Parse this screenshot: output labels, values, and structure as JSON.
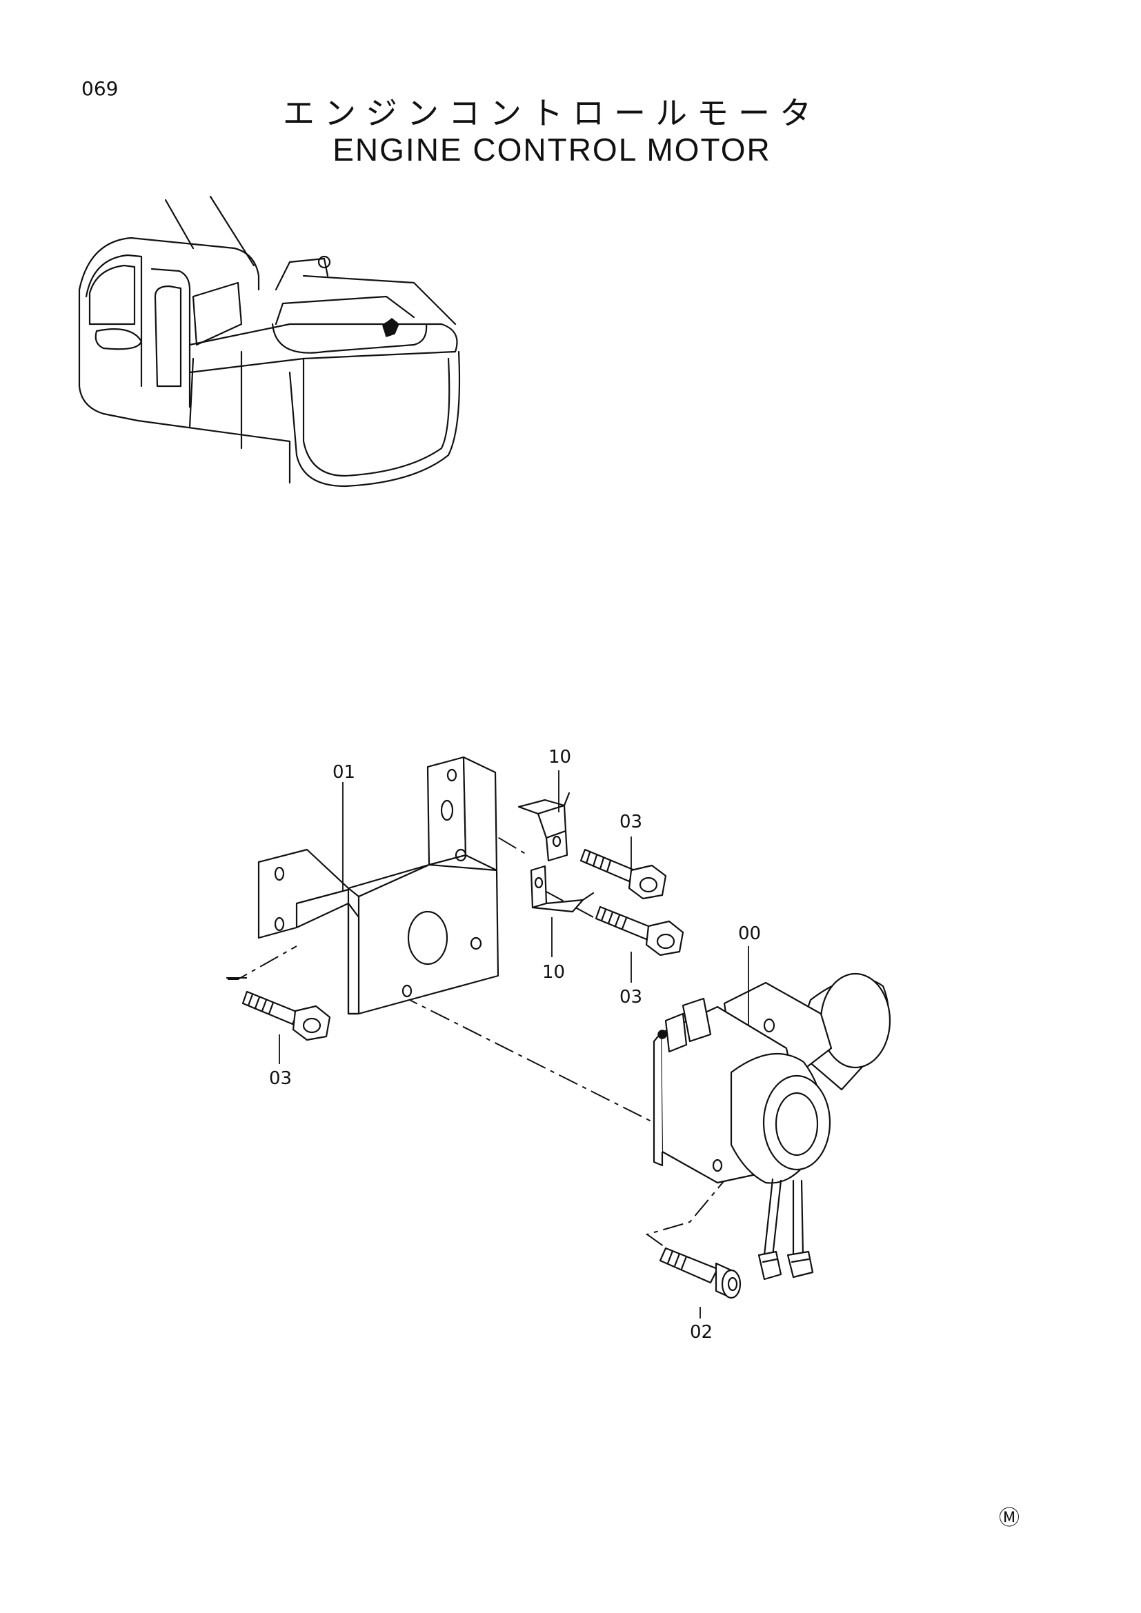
{
  "page": {
    "number": "069"
  },
  "title": {
    "japanese": "エンジンコントロールモータ",
    "english": "ENGINE CONTROL MOTOR"
  },
  "callouts": {
    "bracket": "01",
    "motor": "00",
    "screw": "02",
    "bolt_upper": "03",
    "bolt_middle": "03",
    "bolt_left": "03",
    "clip_upper": "10",
    "clip_lower": "10"
  },
  "footer_mark": "Ⓜ"
}
